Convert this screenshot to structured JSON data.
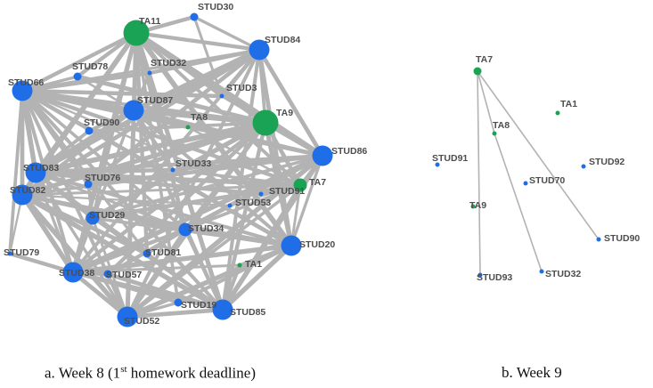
{
  "colors": {
    "student": "#1f6ee8",
    "ta": "#1aa355",
    "edge": "#b3b3b3",
    "label": "#4d4d4d"
  },
  "captions": {
    "a_prefix": "a. Week 8 (1",
    "a_sup": "st",
    "a_suffix": " homework deadline)",
    "b": "b. Week 9"
  },
  "networks": [
    {
      "id": "week8",
      "nodes": [
        {
          "id": "TA11",
          "type": "ta",
          "size": "xl"
        },
        {
          "id": "STUD30",
          "type": "student",
          "size": "s"
        },
        {
          "id": "STUD84",
          "type": "student",
          "size": "l"
        },
        {
          "id": "STUD78",
          "type": "student",
          "size": "s"
        },
        {
          "id": "STUD32",
          "type": "student",
          "size": "xs"
        },
        {
          "id": "STUD66",
          "type": "student",
          "size": "l"
        },
        {
          "id": "STUD3",
          "type": "student",
          "size": "xs"
        },
        {
          "id": "STUD87",
          "type": "student",
          "size": "l"
        },
        {
          "id": "TA8",
          "type": "ta",
          "size": "xs"
        },
        {
          "id": "TA9",
          "type": "ta",
          "size": "xl"
        },
        {
          "id": "STUD90",
          "type": "student",
          "size": "s"
        },
        {
          "id": "STUD86",
          "type": "student",
          "size": "l"
        },
        {
          "id": "STUD83",
          "type": "student",
          "size": "l"
        },
        {
          "id": "STUD33",
          "type": "student",
          "size": "xs"
        },
        {
          "id": "STUD76",
          "type": "student",
          "size": "s"
        },
        {
          "id": "TA7",
          "type": "ta",
          "size": "m"
        },
        {
          "id": "STUD82",
          "type": "student",
          "size": "l"
        },
        {
          "id": "STUD91",
          "type": "student",
          "size": "xs"
        },
        {
          "id": "STUD53",
          "type": "student",
          "size": "xs"
        },
        {
          "id": "STUD29",
          "type": "student",
          "size": "m"
        },
        {
          "id": "STUD34",
          "type": "student",
          "size": "m"
        },
        {
          "id": "STUD20",
          "type": "student",
          "size": "l"
        },
        {
          "id": "STUD79",
          "type": "student",
          "size": "xs"
        },
        {
          "id": "STUD81",
          "type": "student",
          "size": "s"
        },
        {
          "id": "TA1",
          "type": "ta",
          "size": "xs"
        },
        {
          "id": "STUD38",
          "type": "student",
          "size": "l"
        },
        {
          "id": "STUD57",
          "type": "student",
          "size": "s"
        },
        {
          "id": "STUD19",
          "type": "student",
          "size": "s"
        },
        {
          "id": "STUD85",
          "type": "student",
          "size": "l"
        },
        {
          "id": "STUD52",
          "type": "student",
          "size": "l"
        }
      ],
      "edges": [
        [
          "TA11",
          "STUD84"
        ],
        [
          "TA11",
          "STUD66"
        ],
        [
          "TA11",
          "STUD87"
        ],
        [
          "TA11",
          "TA9"
        ],
        [
          "TA11",
          "STUD86"
        ],
        [
          "TA11",
          "STUD83"
        ],
        [
          "TA11",
          "STUD82"
        ],
        [
          "TA11",
          "STUD38"
        ],
        [
          "TA11",
          "STUD29"
        ],
        [
          "TA11",
          "STUD52"
        ],
        [
          "TA11",
          "STUD85"
        ],
        [
          "TA11",
          "STUD20"
        ],
        [
          "TA11",
          "STUD34"
        ],
        [
          "TA11",
          "STUD30"
        ],
        [
          "TA11",
          "STUD78"
        ],
        [
          "TA11",
          "TA7"
        ],
        [
          "TA11",
          "STUD19"
        ],
        [
          "TA11",
          "STUD81"
        ],
        [
          "TA11",
          "STUD3"
        ],
        [
          "TA9",
          "STUD66"
        ],
        [
          "TA9",
          "STUD87"
        ],
        [
          "TA9",
          "STUD86"
        ],
        [
          "TA9",
          "STUD83"
        ],
        [
          "TA9",
          "STUD82"
        ],
        [
          "TA9",
          "STUD38"
        ],
        [
          "TA9",
          "STUD29"
        ],
        [
          "TA9",
          "STUD52"
        ],
        [
          "TA9",
          "STUD85"
        ],
        [
          "TA9",
          "STUD20"
        ],
        [
          "TA9",
          "STUD34"
        ],
        [
          "TA9",
          "STUD84"
        ],
        [
          "TA9",
          "TA7"
        ],
        [
          "TA9",
          "STUD57"
        ],
        [
          "TA9",
          "STUD76"
        ],
        [
          "STUD84",
          "STUD66"
        ],
        [
          "STUD84",
          "STUD86"
        ],
        [
          "STUD84",
          "STUD83"
        ],
        [
          "STUD84",
          "STUD38"
        ],
        [
          "STUD84",
          "STUD52"
        ],
        [
          "STUD84",
          "STUD85"
        ],
        [
          "STUD84",
          "STUD20"
        ],
        [
          "STUD84",
          "STUD30"
        ],
        [
          "STUD84",
          "STUD87"
        ],
        [
          "STUD84",
          "STUD82"
        ],
        [
          "STUD66",
          "STUD86"
        ],
        [
          "STUD66",
          "STUD83"
        ],
        [
          "STUD66",
          "STUD82"
        ],
        [
          "STUD66",
          "STUD38"
        ],
        [
          "STUD66",
          "STUD52"
        ],
        [
          "STUD66",
          "STUD85"
        ],
        [
          "STUD66",
          "STUD20"
        ],
        [
          "STUD66",
          "STUD87"
        ],
        [
          "STUD66",
          "STUD78"
        ],
        [
          "STUD66",
          "TA7"
        ],
        [
          "STUD66",
          "STUD34"
        ],
        [
          "STUD87",
          "STUD86"
        ],
        [
          "STUD87",
          "STUD83"
        ],
        [
          "STUD87",
          "STUD82"
        ],
        [
          "STUD87",
          "STUD38"
        ],
        [
          "STUD87",
          "STUD52"
        ],
        [
          "STUD87",
          "STUD85"
        ],
        [
          "STUD87",
          "STUD20"
        ],
        [
          "STUD87",
          "STUD34"
        ],
        [
          "STUD86",
          "STUD83"
        ],
        [
          "STUD86",
          "STUD82"
        ],
        [
          "STUD86",
          "STUD38"
        ],
        [
          "STUD86",
          "STUD52"
        ],
        [
          "STUD86",
          "STUD85"
        ],
        [
          "STUD86",
          "STUD20"
        ],
        [
          "STUD86",
          "STUD34"
        ],
        [
          "STUD86",
          "STUD29"
        ],
        [
          "STUD86",
          "TA7"
        ],
        [
          "STUD86",
          "STUD76"
        ],
        [
          "STUD83",
          "STUD82"
        ],
        [
          "STUD83",
          "STUD38"
        ],
        [
          "STUD83",
          "STUD52"
        ],
        [
          "STUD83",
          "STUD85"
        ],
        [
          "STUD83",
          "STUD20"
        ],
        [
          "STUD83",
          "STUD34"
        ],
        [
          "STUD83",
          "TA7"
        ],
        [
          "STUD83",
          "STUD29"
        ],
        [
          "STUD82",
          "STUD38"
        ],
        [
          "STUD82",
          "STUD52"
        ],
        [
          "STUD82",
          "STUD85"
        ],
        [
          "STUD82",
          "STUD20"
        ],
        [
          "STUD82",
          "STUD34"
        ],
        [
          "STUD82",
          "TA7"
        ],
        [
          "STUD82",
          "STUD79"
        ],
        [
          "STUD38",
          "STUD52"
        ],
        [
          "STUD38",
          "STUD85"
        ],
        [
          "STUD38",
          "STUD20"
        ],
        [
          "STUD38",
          "STUD34"
        ],
        [
          "STUD38",
          "TA7"
        ],
        [
          "STUD38",
          "STUD29"
        ],
        [
          "STUD38",
          "STUD57"
        ],
        [
          "STUD52",
          "STUD85"
        ],
        [
          "STUD52",
          "STUD20"
        ],
        [
          "STUD52",
          "STUD34"
        ],
        [
          "STUD52",
          "TA7"
        ],
        [
          "STUD52",
          "STUD29"
        ],
        [
          "STUD52",
          "STUD19"
        ],
        [
          "STUD85",
          "STUD20"
        ],
        [
          "STUD85",
          "STUD34"
        ],
        [
          "STUD85",
          "TA7"
        ],
        [
          "STUD85",
          "STUD29"
        ],
        [
          "STUD85",
          "TA1"
        ],
        [
          "STUD85",
          "STUD81"
        ],
        [
          "STUD20",
          "STUD34"
        ],
        [
          "STUD20",
          "TA7"
        ],
        [
          "STUD20",
          "STUD29"
        ],
        [
          "STUD20",
          "TA1"
        ],
        [
          "STUD34",
          "STUD29"
        ],
        [
          "STUD34",
          "TA7"
        ],
        [
          "STUD34",
          "STUD81"
        ],
        [
          "STUD34",
          "STUD53"
        ],
        [
          "STUD29",
          "TA7"
        ],
        [
          "STUD29",
          "STUD76"
        ],
        [
          "STUD29",
          "STUD81"
        ],
        [
          "TA7",
          "STUD91"
        ],
        [
          "TA7",
          "STUD53"
        ],
        [
          "TA7",
          "STUD33"
        ],
        [
          "TA7",
          "TA8"
        ],
        [
          "STUD90",
          "STUD87"
        ],
        [
          "STUD90",
          "TA9"
        ],
        [
          "STUD90",
          "STUD83"
        ],
        [
          "STUD32",
          "STUD87"
        ],
        [
          "STUD32",
          "STUD84"
        ],
        [
          "STUD32",
          "STUD66"
        ],
        [
          "STUD33",
          "STUD83"
        ],
        [
          "STUD33",
          "STUD86"
        ],
        [
          "STUD33",
          "STUD87"
        ],
        [
          "STUD3",
          "STUD84"
        ],
        [
          "STUD3",
          "STUD66"
        ],
        [
          "STUD3",
          "STUD86"
        ],
        [
          "TA8",
          "STUD87"
        ],
        [
          "TA8",
          "STUD86"
        ],
        [
          "TA8",
          "STUD66"
        ],
        [
          "STUD76",
          "STUD66"
        ],
        [
          "STUD76",
          "STUD84"
        ],
        [
          "STUD57",
          "STUD34"
        ],
        [
          "STUD57",
          "STUD85"
        ],
        [
          "STUD19",
          "STUD20"
        ],
        [
          "STUD19",
          "STUD38"
        ],
        [
          "STUD79",
          "STUD38"
        ],
        [
          "STUD79",
          "STUD66"
        ],
        [
          "STUD78",
          "STUD87"
        ],
        [
          "STUD78",
          "TA9"
        ],
        [
          "STUD81",
          "STUD82"
        ],
        [
          "STUD81",
          "STUD66"
        ],
        [
          "STUD91",
          "STUD83"
        ],
        [
          "STUD91",
          "STUD66"
        ],
        [
          "STUD53",
          "STUD82"
        ],
        [
          "TA1",
          "STUD38"
        ],
        [
          "STUD30",
          "STUD3"
        ]
      ]
    },
    {
      "id": "week9",
      "nodes": [
        {
          "id": "TA7",
          "type": "ta",
          "size": "s"
        },
        {
          "id": "TA1",
          "type": "ta",
          "size": "xs"
        },
        {
          "id": "TA8",
          "type": "ta",
          "size": "xs"
        },
        {
          "id": "STUD91",
          "type": "student",
          "size": "xs"
        },
        {
          "id": "STUD92",
          "type": "student",
          "size": "xs"
        },
        {
          "id": "STUD70",
          "type": "student",
          "size": "xs"
        },
        {
          "id": "TA9",
          "type": "ta",
          "size": "xs"
        },
        {
          "id": "STUD90",
          "type": "student",
          "size": "xs"
        },
        {
          "id": "STUD93",
          "type": "student",
          "size": "xs"
        },
        {
          "id": "STUD32",
          "type": "student",
          "size": "xs"
        }
      ],
      "edges": [
        [
          "TA7",
          "TA8"
        ],
        [
          "TA7",
          "STUD90"
        ],
        [
          "TA7",
          "STUD93"
        ],
        [
          "TA8",
          "STUD32"
        ]
      ]
    }
  ]
}
